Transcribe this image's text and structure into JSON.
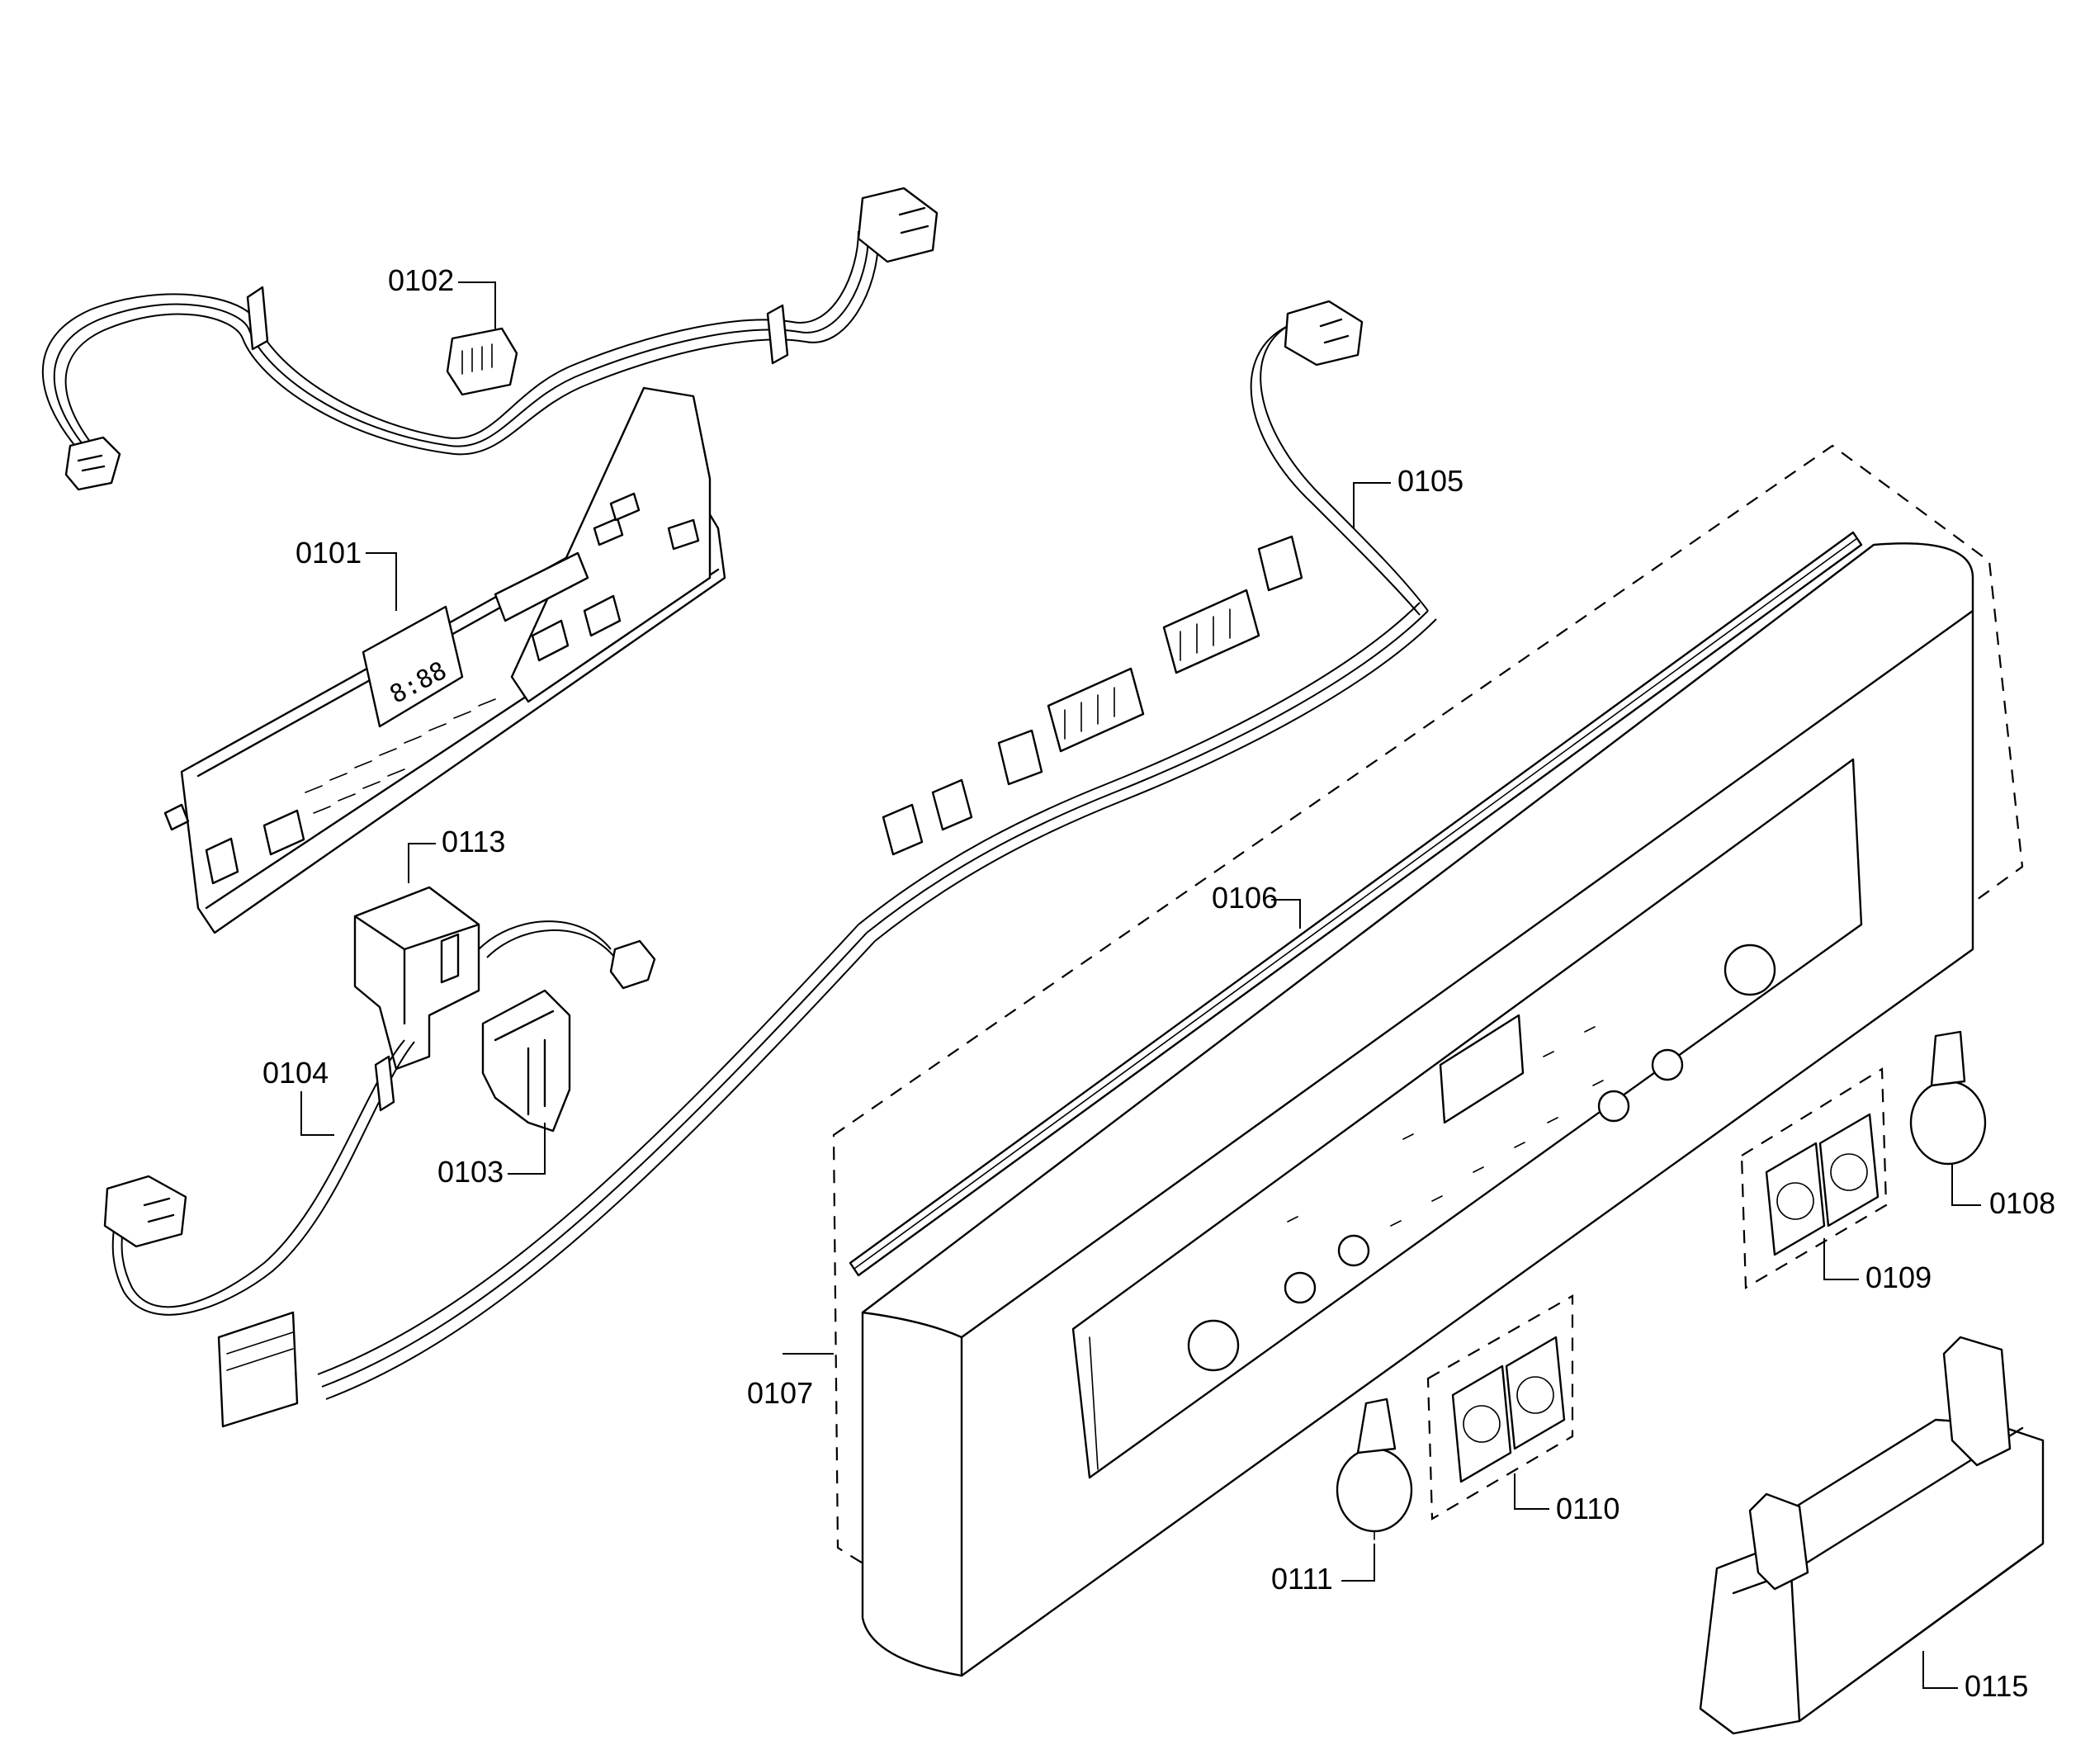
{
  "labels": {
    "p0101": "0101",
    "p0102": "0102",
    "p0103": "0103",
    "p0104": "0104",
    "p0105": "0105",
    "p0106": "0106",
    "p0107": "0107",
    "p0108": "0108",
    "p0109": "0109",
    "p0110": "0110",
    "p0111": "0111",
    "p0113": "0113",
    "p0115": "0115"
  },
  "control_board": {
    "display_text": "8:88"
  }
}
